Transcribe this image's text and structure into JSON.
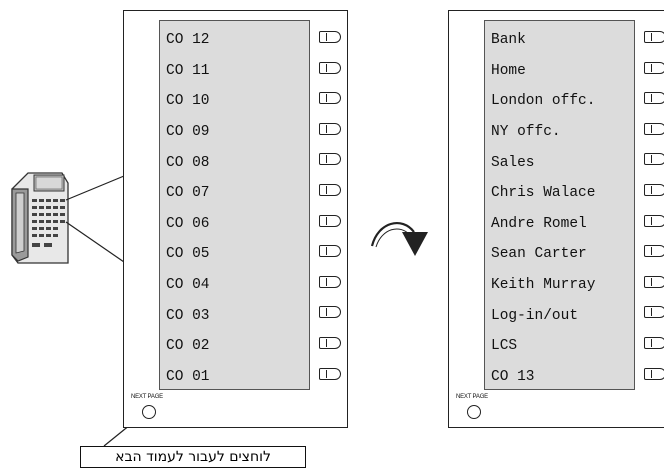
{
  "left_panel": {
    "keys": [
      "CO 12",
      "CO 11",
      "CO 10",
      "CO 09",
      "CO 08",
      "CO 07",
      "CO 06",
      "CO 05",
      "CO 04",
      "CO 03",
      "CO 02",
      "CO 01"
    ],
    "next_page_label": "NEXT PAGE"
  },
  "right_panel": {
    "keys": [
      "Bank",
      "Home",
      "London offc.",
      "NY offc.",
      "Sales",
      "Chris Walace",
      "Andre Romel",
      "Sean Carter",
      "Keith Murray",
      "Log-in/out",
      "LCS",
      "CO 13"
    ],
    "next_page_label": "NEXT PAGE"
  },
  "callout_text": "לוחצים לעבור לעמוד הבא",
  "icons": [
    "telephone-icon",
    "curved-arrow-icon",
    "key-button-icon",
    "next-page-button-icon"
  ]
}
